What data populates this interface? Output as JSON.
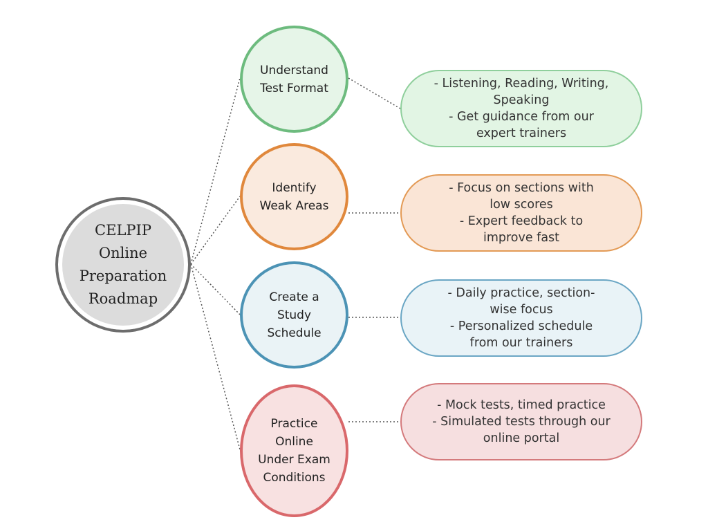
{
  "root": {
    "label_lines": [
      "CELPIP",
      "Online",
      "Preparation",
      "Roadmap"
    ]
  },
  "steps": [
    {
      "label_lines": [
        "Understand",
        "Test Format"
      ],
      "border": "#6dbb7e",
      "fill": "#e6f5e8",
      "detail": {
        "lines": [
          "- Listening, Reading, Writing,",
          "Speaking",
          "- Get guidance from our",
          "expert trainers"
        ],
        "border": "#8fcf9c",
        "fill": "#e2f5e4"
      }
    },
    {
      "label_lines": [
        "Identify",
        "Weak Areas"
      ],
      "border": "#e0883c",
      "fill": "#faeade",
      "detail": {
        "lines": [
          "- Focus on sections with",
          "low scores",
          "- Expert feedback to",
          "improve fast"
        ],
        "border": "#e39a55",
        "fill": "#fae5d6"
      }
    },
    {
      "label_lines": [
        "Create a",
        "Study",
        "Schedule"
      ],
      "border": "#4c93b5",
      "fill": "#eaf3f6",
      "detail": {
        "lines": [
          "- Daily practice, section-",
          "wise focus",
          "- Personalized schedule",
          "from our trainers"
        ],
        "border": "#6aa6c4",
        "fill": "#e9f3f7"
      }
    },
    {
      "label_lines": [
        "Practice",
        "Online",
        "Under Exam",
        "Conditions"
      ],
      "border": "#d9686b",
      "fill": "#f8e1e1",
      "detail": {
        "lines": [
          "- Mock tests, timed practice",
          "- Simulated tests through our",
          "online portal"
        ],
        "border": "#d47a7c",
        "fill": "#f6dfe0"
      }
    }
  ]
}
